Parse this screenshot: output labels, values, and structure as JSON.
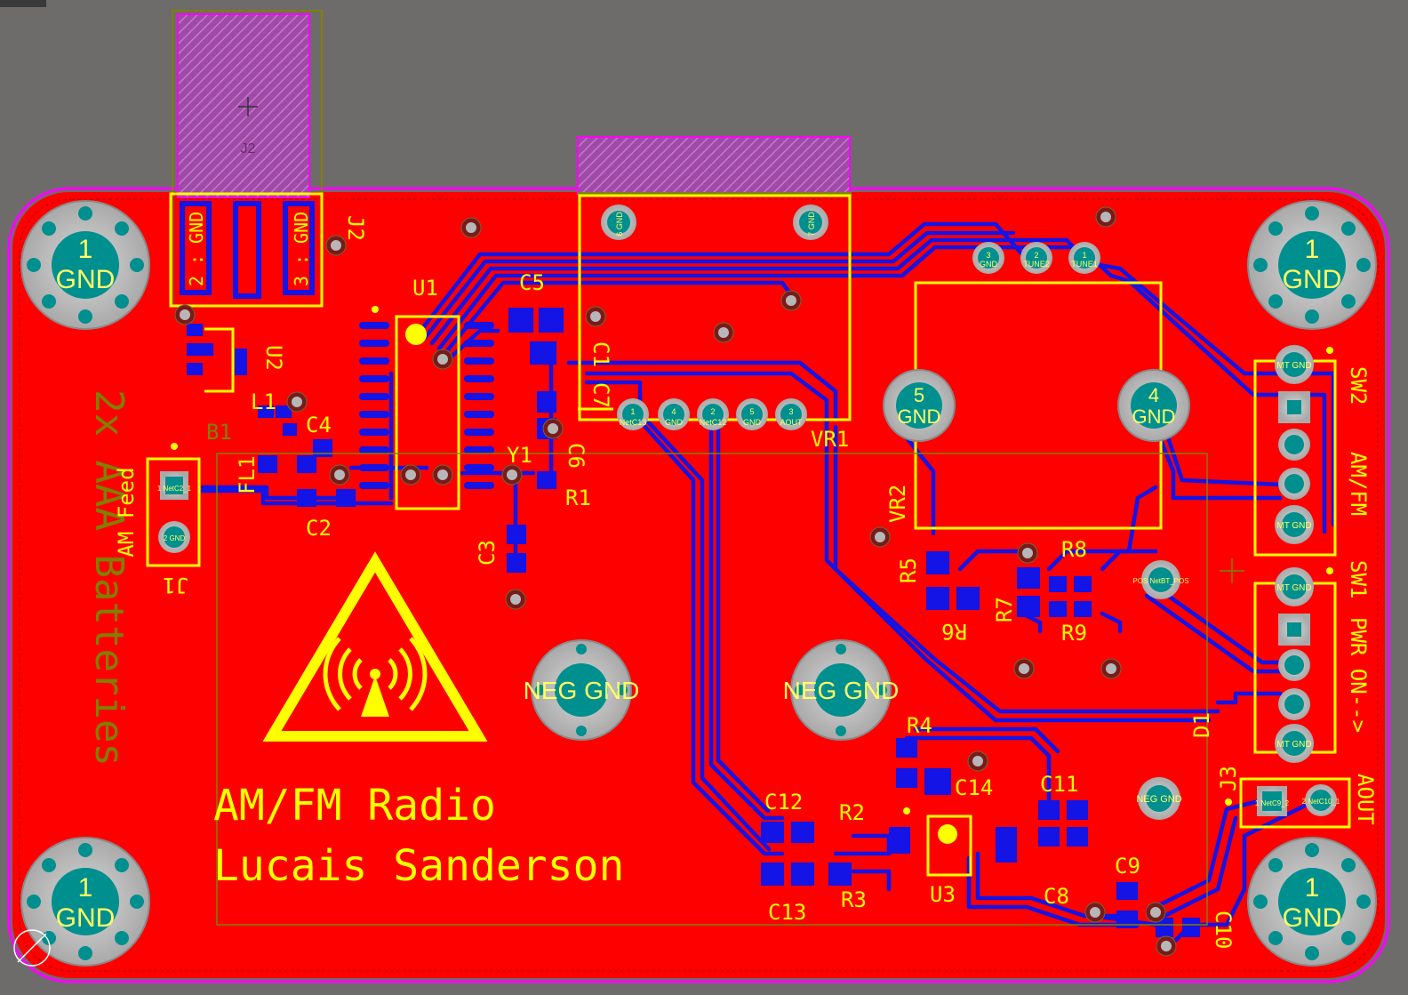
{
  "board": {
    "title_line1": "AM/FM Radio",
    "title_line2": "Lucais Sanderson",
    "battery_label": "2x AAA Batteries",
    "colors": {
      "background": "#6e6b6b",
      "copper_top": "#ff0000",
      "traces_bottom": "#1414e6",
      "silkscreen": "#ffff00",
      "keepout": "#ff00ff",
      "pad": "#b9b9b9",
      "pad_center": "#008f8f",
      "pad_text": "#ffff66",
      "mech": "#808000"
    }
  },
  "mounting_holes": [
    {
      "id": "mh-tl",
      "num": "1",
      "net": "GND"
    },
    {
      "id": "mh-tr",
      "num": "1",
      "net": "GND"
    },
    {
      "id": "mh-bl",
      "num": "1",
      "net": "GND"
    },
    {
      "id": "mh-br",
      "num": "1",
      "net": "GND"
    }
  ],
  "designators": {
    "j2_mech": "J2",
    "j2": "J2",
    "j2_pad2": "2 : GND",
    "j2_pad3": "3 : GND",
    "u1": "U1",
    "u2": "U2",
    "u3": "U3",
    "l1": "L1",
    "b1": "B1",
    "fl1": "FL1",
    "c1": "C1",
    "c2": "C2",
    "c3": "C3",
    "c4": "C4",
    "c5": "C5",
    "c6": "C6",
    "c7": "C7",
    "c8": "C8",
    "c9": "C9",
    "c10": "C10",
    "c11": "C11",
    "c12": "C12",
    "c13": "C13",
    "c14": "C14",
    "y1": "Y1",
    "r1": "R1",
    "r2": "R2",
    "r3": "R3",
    "r4": "R4",
    "r5": "R5",
    "r6": "R6",
    "r7": "R7",
    "r8": "R8",
    "r9": "R9",
    "vr1": "VR1",
    "vr2": "VR2",
    "j1": "J1",
    "j1_desc": "AM Feed",
    "j3": "J3",
    "j3_desc": "AOUT",
    "sw1": "SW1",
    "sw1_desc": "PWR ON-->",
    "sw2": "SW2",
    "sw2_desc": "AM/FM",
    "d1": "D1"
  },
  "pads": {
    "vr1_6": "6 GND",
    "vr1_7": "7 GND",
    "vr1_row": [
      {
        "num": "1",
        "net": "NetC13"
      },
      {
        "num": "4",
        "net": "GND"
      },
      {
        "num": "2",
        "net": "NetC12"
      },
      {
        "num": "5",
        "net": "GND"
      },
      {
        "num": "3",
        "net": "AOUT"
      }
    ],
    "tune": [
      {
        "num": "3",
        "net": "GND"
      },
      {
        "num": "2",
        "net": "TUNE2"
      },
      {
        "num": "1",
        "net": "TUNE1"
      }
    ],
    "vr2_5": {
      "num": "5",
      "net": "GND"
    },
    "vr2_4": {
      "num": "4",
      "net": "GND"
    },
    "neg1": "NEG GND",
    "neg2": "NEG GND",
    "neg_small": "NEG GND",
    "pos": "POS NetBT_POS",
    "j1_p1": "1 NetC2_1",
    "j1_p2": "2 GND",
    "j3_p1": "1 NetC9_2",
    "j3_p2": "2 NetC10_1",
    "sw_mt": "MT GND"
  }
}
